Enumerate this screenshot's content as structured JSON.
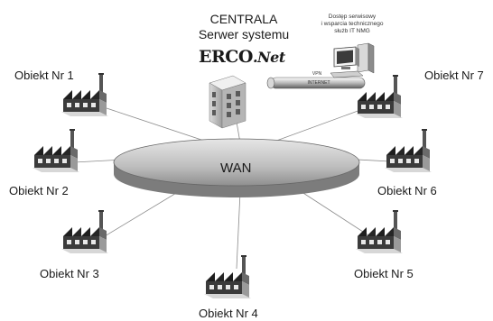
{
  "header": {
    "title": "CENTRALA",
    "subtitle": "Serwer systemu",
    "logo_main": "ERCO",
    "logo_suffix": ".Net"
  },
  "support": {
    "line1": "Dostęp serwisowy",
    "line2": "i wsparcia technicznego",
    "line3": "służb IT NMG"
  },
  "link_labels": {
    "vpn": "VPN",
    "internet": "INTERNET"
  },
  "network": {
    "label": "WAN"
  },
  "objects": [
    "Obiekt Nr 1",
    "Obiekt Nr 2",
    "Obiekt Nr 3",
    "Obiekt Nr 4",
    "Obiekt Nr 5",
    "Obiekt Nr 6",
    "Obiekt Nr 7"
  ]
}
